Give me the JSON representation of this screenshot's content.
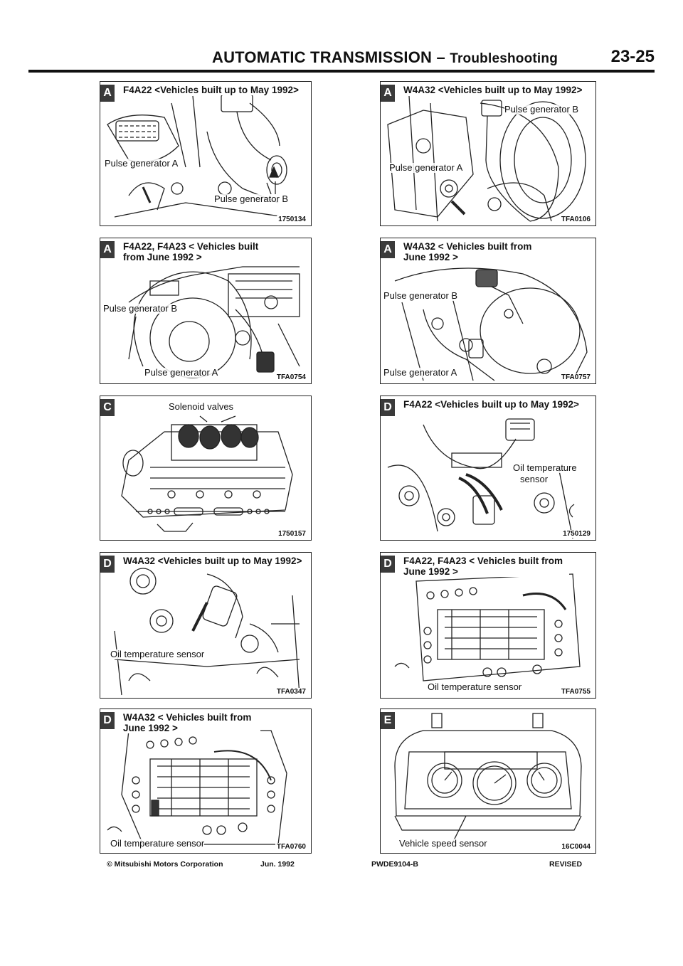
{
  "header": {
    "title": "AUTOMATIC TRANSMISSION –",
    "subtitle": "Troubleshooting",
    "page_number": "23-25"
  },
  "figures": [
    {
      "badge": "A",
      "caption": "F4A22 <Vehicles built up to May 1992>",
      "labels": [
        "Pulse generator A",
        "Pulse generator B"
      ],
      "code": "1750134"
    },
    {
      "badge": "A",
      "caption": "W4A32 <Vehicles built up to May 1992>",
      "labels": [
        "Pulse generator B",
        "Pulse generator A"
      ],
      "code": "TFA0106"
    },
    {
      "badge": "A",
      "caption": "F4A22, F4A23 < Vehicles built from June 1992 >",
      "labels": [
        "Pulse generator B",
        "Pulse generator A"
      ],
      "code": "TFA0754"
    },
    {
      "badge": "A",
      "caption": "W4A32 < Vehicles built from June 1992 >",
      "labels": [
        "Pulse generator B",
        "Pulse generator A"
      ],
      "code": "TFA0757"
    },
    {
      "badge": "C",
      "caption": "",
      "labels": [
        "Solenoid valves"
      ],
      "code": "1750157"
    },
    {
      "badge": "D",
      "caption": "F4A22 <Vehicles built up to May 1992>",
      "labels": [
        "Oil temperature",
        "sensor"
      ],
      "code": "1750129"
    },
    {
      "badge": "D",
      "caption": "W4A32 <Vehicles built up to May 1992>",
      "labels": [
        "Oil temperature sensor"
      ],
      "code": "TFA0347"
    },
    {
      "badge": "D",
      "caption": "F4A22, F4A23 < Vehicles built from June 1992 >",
      "labels": [
        "Oil temperature sensor"
      ],
      "code": "TFA0755"
    },
    {
      "badge": "D",
      "caption": "W4A32 < Vehicles built from June 1992 >",
      "labels": [
        "Oil temperature sensor"
      ],
      "code": "TFA0760"
    },
    {
      "badge": "E",
      "caption": "",
      "labels": [
        "Vehicle speed sensor"
      ],
      "code": "16C0044"
    }
  ],
  "footer": {
    "copyright": "© Mitsubishi Motors Corporation",
    "date": "Jun. 1992",
    "doc_code": "PWDE9104-B",
    "status": "REVISED"
  }
}
